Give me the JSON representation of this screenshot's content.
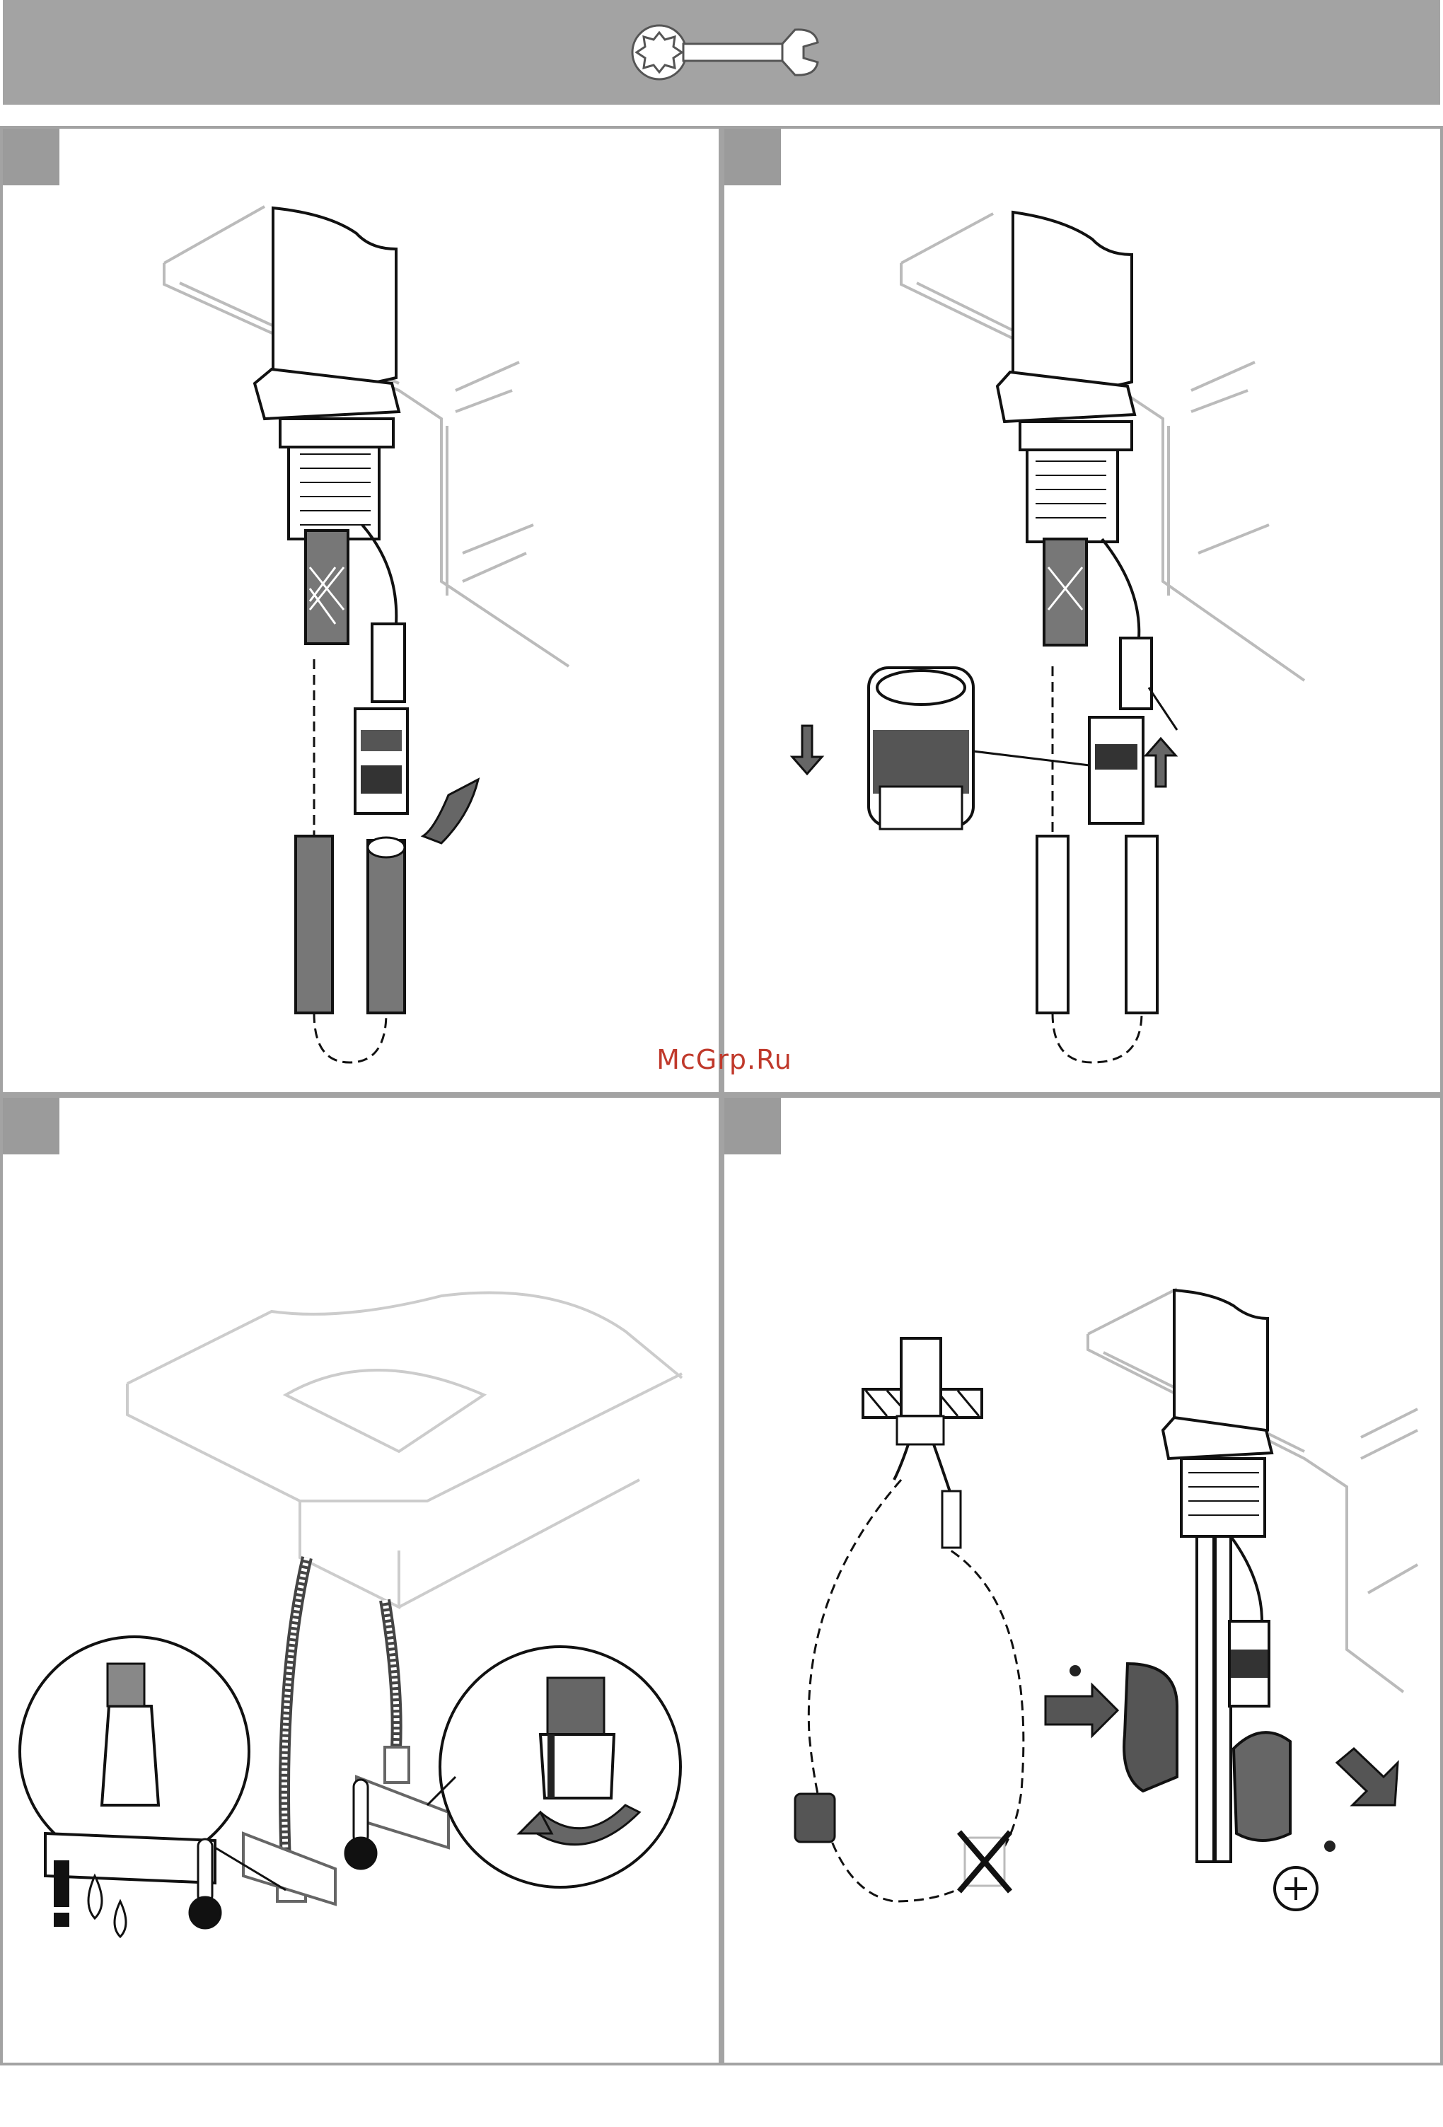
{
  "header": {
    "icon": "wrench-icon",
    "color": "#a3a3a3"
  },
  "watermark": {
    "text": "McGrp.Ru",
    "color": "#c0392b"
  },
  "panels": [
    {
      "name": "panel-1",
      "content": "hose-disconnect"
    },
    {
      "name": "panel-2",
      "content": "quick-connector"
    },
    {
      "name": "panel-3",
      "content": "angle-valve-connection"
    },
    {
      "name": "panel-4",
      "content": "hose-weight"
    }
  ]
}
